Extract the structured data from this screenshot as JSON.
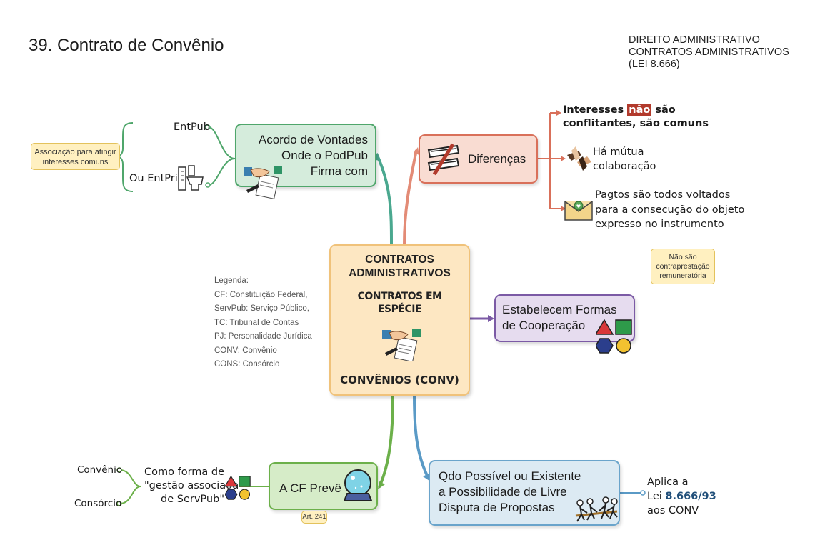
{
  "title": "39. Contrato de Convênio",
  "subject": {
    "line1": "DIREITO ADMINISTRATIVO",
    "line2": "CONTRATOS ADMINISTRATIVOS",
    "line3": "(LEI 8.666)"
  },
  "center": {
    "line1": "CONTRATOS",
    "line2": "ADMINISTRATIVOS",
    "line3": "CONTRATOS EM",
    "line4": "ESPÉCIE",
    "line5": "CONVÊNIOS (CONV)"
  },
  "acordo": {
    "line1": "Acordo de Vontades",
    "line2": "Onde o PodPub",
    "line3": "Firma com",
    "entpub": "EntPub",
    "entpriv": "Ou EntPriv",
    "note_line1": "Associação para atingir",
    "note_line2": "interesses comuns"
  },
  "diferencas": {
    "label": "Diferenças",
    "item1_a": "Interesses ",
    "item1_hl": "não",
    "item1_b": " são",
    "item1_line2": "conflitantes, são comuns",
    "item2_line1": "Há mútua",
    "item2_line2": "colaboração",
    "item3_line1": "Pagtos são todos voltados",
    "item3_line2": "para a consecução do objeto",
    "item3_line3": "expresso no instrumento",
    "note_line1": "Não são",
    "note_line2": "contraprestação",
    "note_line3": "remuneratória"
  },
  "estabelecem": {
    "line1": "Estabelecem Formas",
    "line2": "de Cooperação"
  },
  "cf": {
    "label": "A CF Prevê",
    "forma_line1": "Como forma de",
    "forma_line2": "\"gestão associada",
    "forma_line3": "de ServPub\"",
    "convenio": "Convênio",
    "consorcio": "Consórcio",
    "art": "Art. 241"
  },
  "qdo": {
    "line1": "Qdo Possível ou Existente",
    "line2": "a Possibilidade de Livre",
    "line3": "Disputa de Propostas",
    "aplica_line1": "Aplica a",
    "aplica_line2a": "Lei ",
    "aplica_line2b": "8.666/93",
    "aplica_line3": "aos CONV"
  },
  "legend": {
    "l0": "Legenda:",
    "l1": "CF: Constituição Federal,",
    "l2": "ServPub: Serviço Público,",
    "l3": "TC: Tribunal de Contas",
    "l4": "PJ: Personalidade Jurídica",
    "l5": "CONV: Convênio",
    "l6": "CONS: Consórcio"
  }
}
